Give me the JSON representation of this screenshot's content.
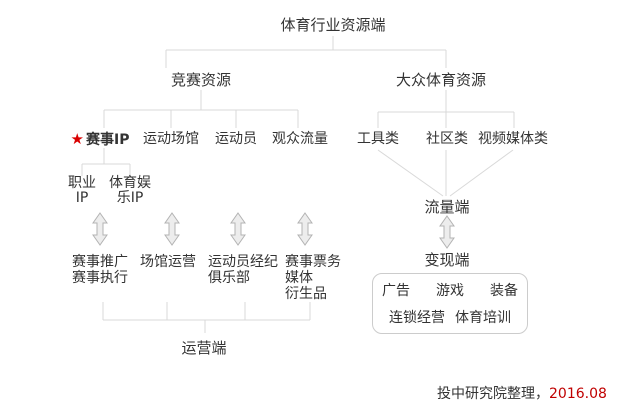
{
  "colors": {
    "text": "#333333",
    "connector_line": "#d9d9d9",
    "star_red": "#d90000",
    "date_red": "#c00000",
    "arrow_fill": "#ededed",
    "arrow_stroke": "#b3b3b3"
  },
  "icons": {
    "star": "★"
  },
  "root": {
    "label": "体育行业资源端"
  },
  "competition": {
    "label": "竞赛资源",
    "children": [
      {
        "label": "赛事IP",
        "starred": true
      },
      {
        "label": "运动场馆"
      },
      {
        "label": "运动员"
      },
      {
        "label": "观众流量"
      }
    ],
    "ip_types": [
      {
        "label": "职业\nIP"
      },
      {
        "label": "体育娱\n乐IP"
      }
    ],
    "operations": [
      {
        "label": "赛事推广\n赛事执行"
      },
      {
        "label": "场馆运营"
      },
      {
        "label": "运动员经纪\n俱乐部"
      },
      {
        "label": "赛事票务\n媒体\n衍生品"
      }
    ],
    "sink_label": "运营端"
  },
  "mass": {
    "label": "大众体育资源",
    "children": [
      {
        "label": "工具类"
      },
      {
        "label": "社区类"
      },
      {
        "label": "视频媒体类"
      }
    ],
    "traffic_label": "流量端",
    "monetization_label": "变现端",
    "monetization_rows": [
      [
        "广告",
        "游戏",
        "装备"
      ],
      [
        "连锁经营",
        "体育培训"
      ]
    ]
  },
  "footer": {
    "source": "投中研究院整理，",
    "date": "2016.08"
  }
}
